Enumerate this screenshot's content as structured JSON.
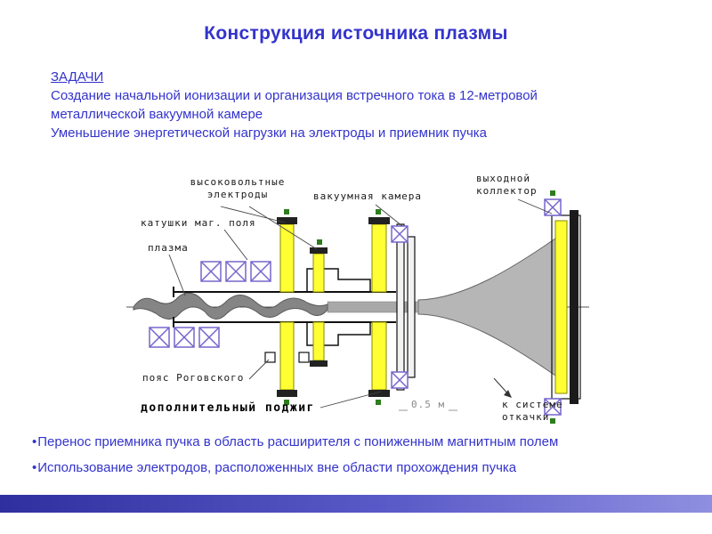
{
  "title": "Конструкция источника плазмы",
  "tasks": {
    "heading": "ЗАДАЧИ",
    "task1": "Создание начальной ионизации и организация встречного тока в 12-метровой\nметаллической вакуумной камере",
    "task2": "Уменьшение энергетической нагрузки на электроды и приемник пучка"
  },
  "diagram": {
    "labels": {
      "hv_electrodes": "высоковольтные\nэлектроды",
      "vacuum_chamber": "вакуумная камера",
      "output_collector": "выходной\nколлектор",
      "mag_coils": "катушки маг. поля",
      "plasma": "плазма",
      "rogowski_belt": "пояс Роговского",
      "additional_ignition": "дополнительный поджиг",
      "scale": "0.5 м",
      "pump_system": "к системе\nоткачки"
    }
  },
  "bullets": [
    "Перенос приемника пучка в область расширителя с пониженным магнитным полем",
    "Использование электродов, расположенных вне области прохождения пучка"
  ],
  "colors": {
    "accent_blue": "#3333cc",
    "electrode_yellow": "#ffff33",
    "coil_violet": "#7766cc",
    "plasma_gray": "#858585",
    "expander_gray": "#b6b6b6",
    "dot_green": "#2e7d1e"
  }
}
